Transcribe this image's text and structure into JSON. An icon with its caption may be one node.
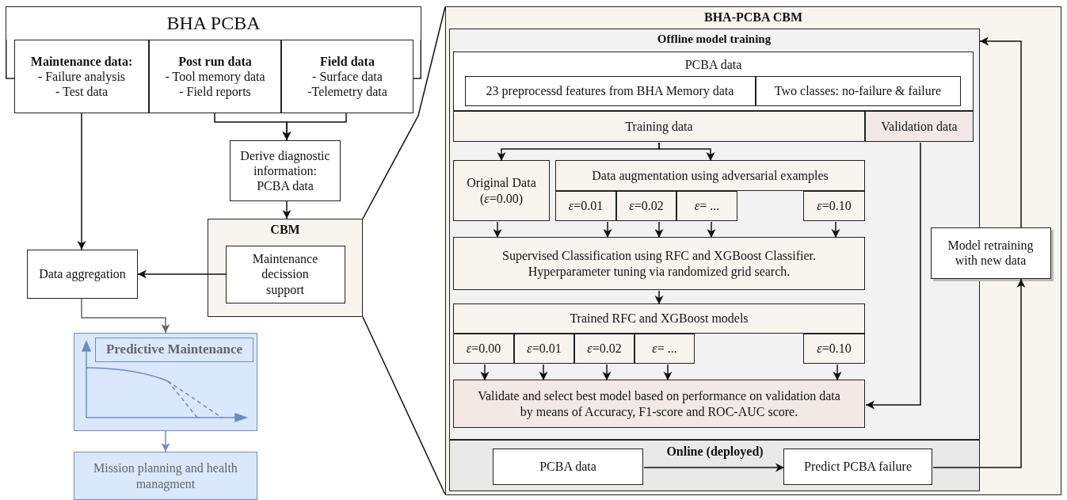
{
  "diagram": {
    "nodes": [
      {
        "text": [
          "BHA PCBA"
        ]
      },
      {
        "text": [
          "Maintenance data:",
          "- Failure analysis",
          "- Test data"
        ]
      },
      {
        "text": [
          "Post run data",
          "- Tool memory data",
          "- Field reports"
        ]
      },
      {
        "text": [
          "Field data",
          "- Surface data",
          "-Telemetry data"
        ]
      },
      {
        "text": [
          "Derive diagnostic information: PCBA data"
        ]
      },
      {
        "text": [
          "CBM"
        ]
      },
      {
        "text": [
          "Maintenance decission support"
        ],
        "in": 5
      },
      {
        "text": [
          "Data aggregation"
        ]
      },
      {
        "text": [
          "Predictive Maintenance"
        ]
      },
      {
        "text": [
          "Mission planning and health managment"
        ]
      },
      {
        "text": [
          "BHA-PCBA CBM"
        ]
      },
      {
        "text": [
          "Offline model training"
        ],
        "in": 10
      },
      {
        "text": [
          "PCBA data"
        ],
        "in": 11
      },
      {
        "text": [
          "23 preprocessd features from BHA Memory data"
        ],
        "in": 12
      },
      {
        "text": [
          "Two classes: no-failure & failure"
        ],
        "in": 12
      },
      {
        "text": [
          "Training data"
        ],
        "in": 11
      },
      {
        "text": [
          "Validation data"
        ],
        "in": 11
      },
      {
        "text": [
          "Original Data (*ε*=0.00)"
        ],
        "in": 11
      },
      {
        "text": [
          "Data augmentation using adversarial examples"
        ],
        "in": 11
      },
      {
        "text": [
          "*ε*=0.01"
        ],
        "in": 11
      },
      {
        "text": [
          "*ε*=0.02"
        ],
        "in": 11
      },
      {
        "text": [
          "*ε*= ..."
        ],
        "in": 11
      },
      {
        "text": [
          "*ε*=0.10"
        ],
        "in": 11
      },
      {
        "text": [
          "Supervised Classification using RFC and XGBoost Classifier. Hyperparameter tuning via randomized grid search."
        ],
        "in": 11
      },
      {
        "text": [
          "Trained RFC and XGBoost models"
        ],
        "in": 11
      },
      {
        "text": [
          "*ε*=0.00"
        ],
        "in": 11
      },
      {
        "text": [
          "*ε*=0.01"
        ],
        "in": 11
      },
      {
        "text": [
          "*ε*=0.02"
        ],
        "in": 11
      },
      {
        "text": [
          "*ε*= ..."
        ],
        "in": 11
      },
      {
        "text": [
          "*ε*=0.10"
        ],
        "in": 11
      },
      {
        "text": [
          "Validate and select best model based on performance on validation data by means of Accuracy, F1-score and ROC-AUC score."
        ],
        "in": 11
      },
      {
        "text": [
          "Online (deployed)"
        ],
        "in": 10
      },
      {
        "text": [
          "PCBA data"
        ],
        "in": 31
      },
      {
        "text": [
          "Predict PCBA failure"
        ],
        "in": 31
      },
      {
        "text": [
          "Model retraining with new data"
        ],
        "in": 10
      }
    ],
    "edges": [
      {
        "from": 2,
        "to": 4,
        "arrow": "to"
      },
      {
        "from": 3,
        "to": 4,
        "arrow": "to"
      },
      {
        "from": 1,
        "to": 7,
        "arrow": "to"
      },
      {
        "from": 4,
        "to": 5,
        "arrow": "to"
      },
      {
        "from": 6,
        "to": 7,
        "arrow": "to"
      },
      {
        "from": 7,
        "to": 8,
        "arrow": "to",
        "color": "#666666"
      },
      {
        "from": 8,
        "to": 9,
        "arrow": "to",
        "color": "#6c8ebf"
      },
      {
        "from": 5,
        "to": 10,
        "arrow": "none"
      },
      {
        "from": 5,
        "to": 10,
        "arrow": "none"
      },
      {
        "from": 15,
        "to": 17,
        "arrow": "to"
      },
      {
        "from": 15,
        "to": 18,
        "arrow": "to"
      },
      {
        "from": 17,
        "to": 23,
        "arrow": "to"
      },
      {
        "from": 19,
        "to": 23,
        "arrow": "to"
      },
      {
        "from": 20,
        "to": 23,
        "arrow": "to"
      },
      {
        "from": 21,
        "to": 23,
        "arrow": "to"
      },
      {
        "from": 22,
        "to": 23,
        "arrow": "to"
      },
      {
        "from": 23,
        "to": 24,
        "arrow": "to"
      },
      {
        "from": 25,
        "to": 30,
        "arrow": "to"
      },
      {
        "from": 26,
        "to": 30,
        "arrow": "to"
      },
      {
        "from": 27,
        "to": 30,
        "arrow": "to"
      },
      {
        "from": 28,
        "to": 30,
        "arrow": "to"
      },
      {
        "from": 29,
        "to": 30,
        "arrow": "to"
      },
      {
        "from": 16,
        "to": 30,
        "arrow": "to"
      },
      {
        "from": 32,
        "to": 33,
        "arrow": "to"
      },
      {
        "from": 33,
        "to": 34,
        "arrow": "to"
      },
      {
        "from": 34,
        "to": 11,
        "arrow": "to"
      }
    ]
  }
}
